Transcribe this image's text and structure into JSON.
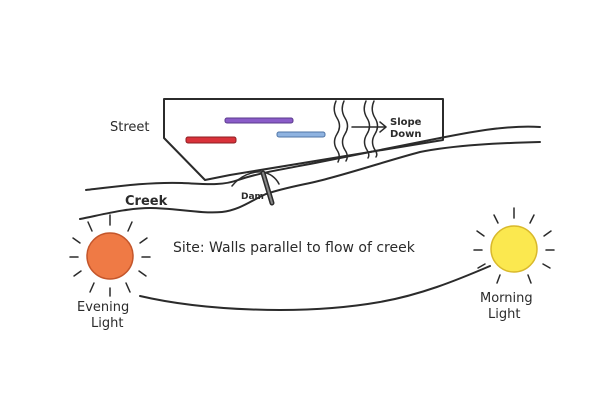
{
  "labels": {
    "street": "Street",
    "slope_down": [
      "Slope",
      "Down"
    ],
    "creek": "Creek",
    "dam": "Dam",
    "site_note": "Site: Walls parallel to flow of creek",
    "evening": [
      "Evening",
      "Light"
    ],
    "morning": [
      "Morning",
      "Light"
    ]
  },
  "colors": {
    "ink": "#2b2b2b",
    "wall_purple": "#8a5cc8",
    "wall_red": "#d9323a",
    "wall_blue": "#8fb3e0",
    "evening_sun": "#ef7a45",
    "morning_sun": "#fbe84f"
  }
}
